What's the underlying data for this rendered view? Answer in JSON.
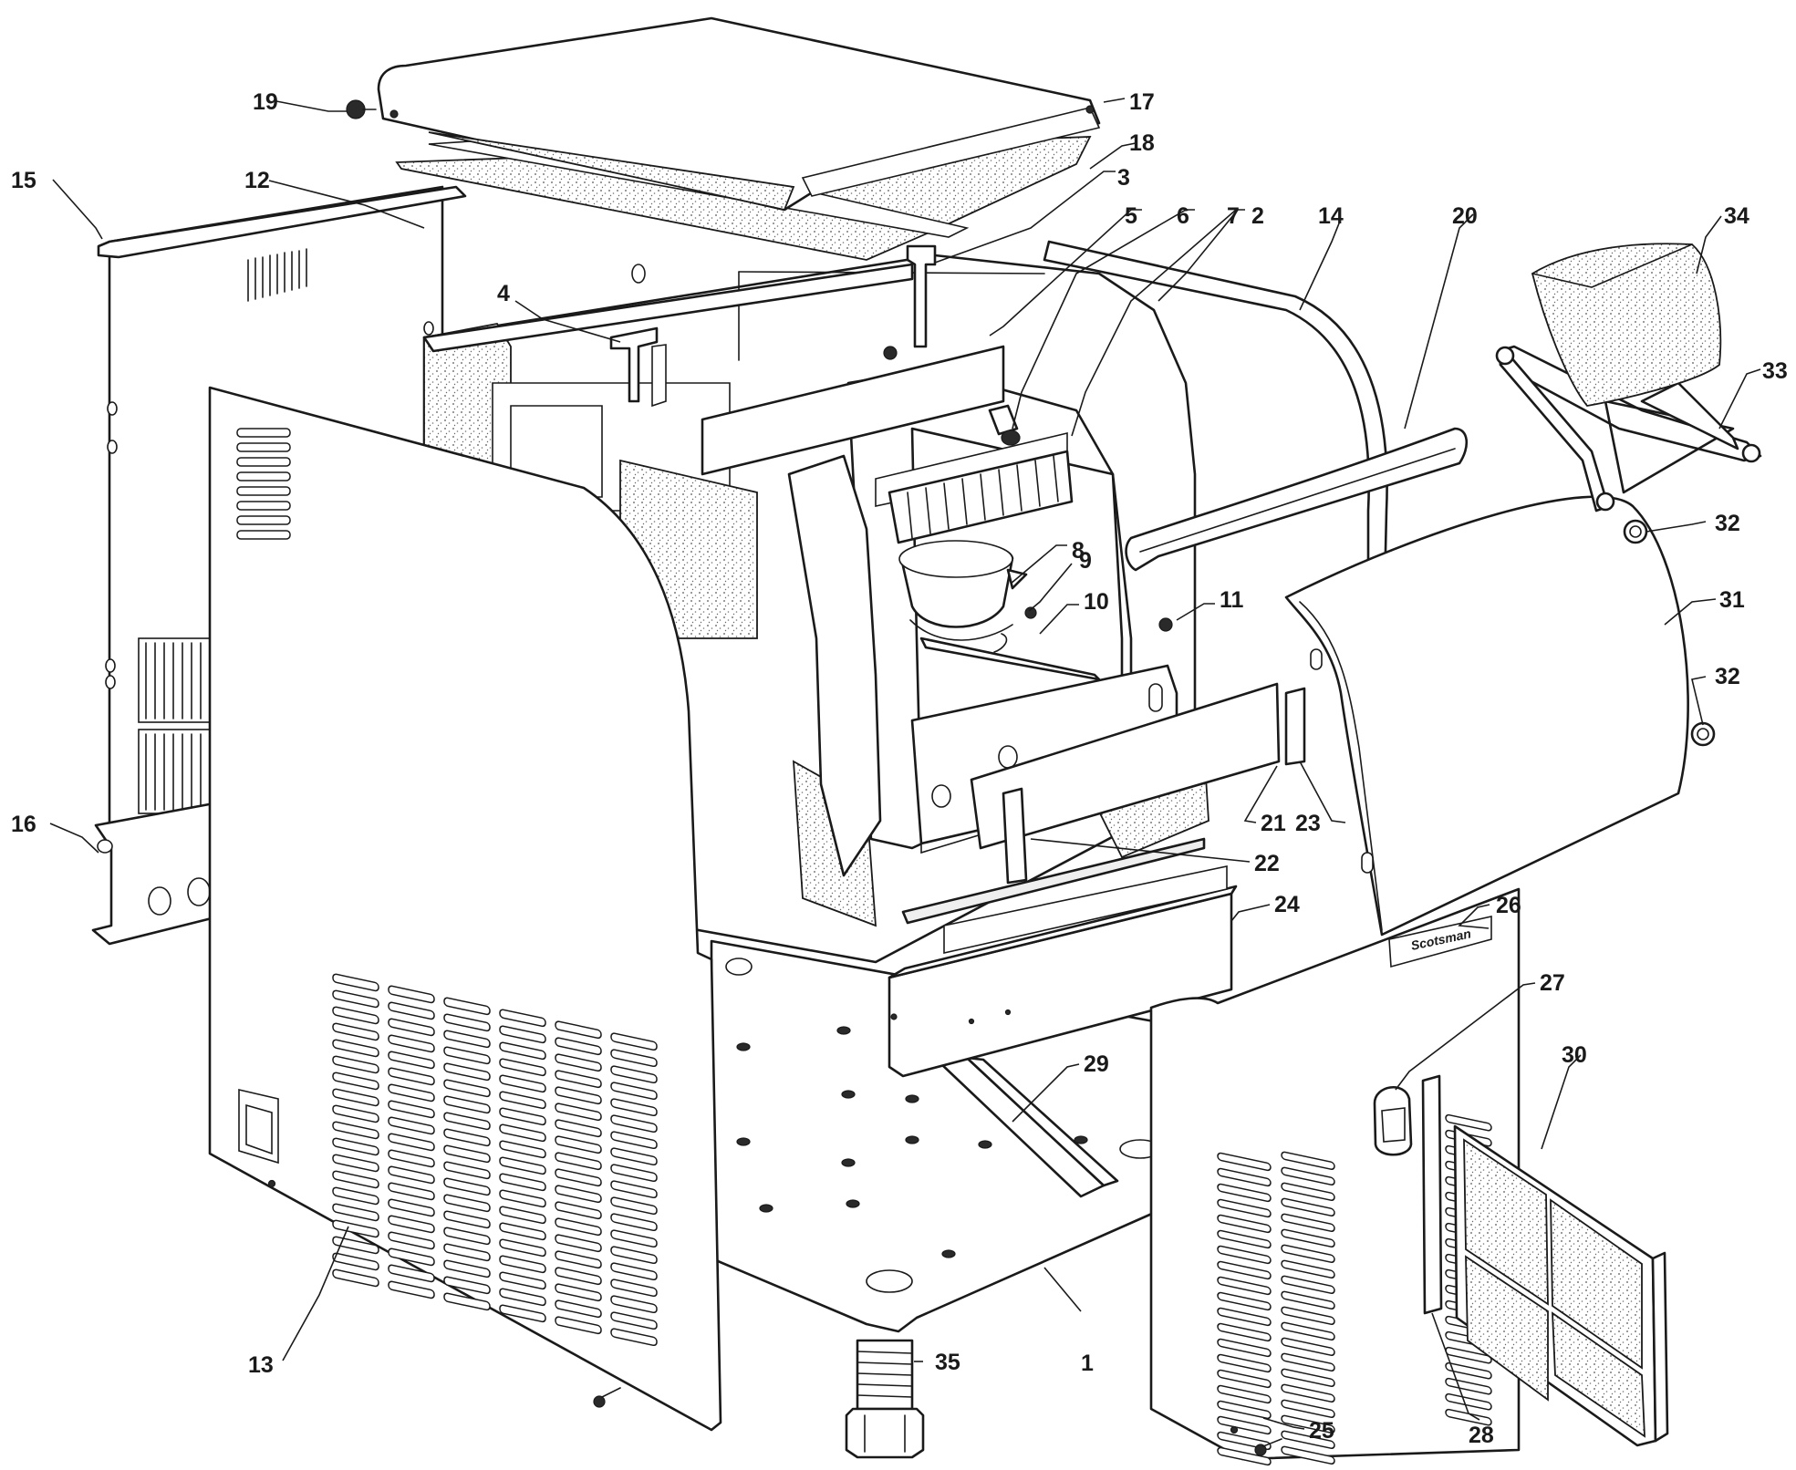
{
  "diagram": {
    "brand_plate": "Scotsman",
    "callouts": [
      {
        "id": "1",
        "label": "1"
      },
      {
        "id": "2",
        "label": "2"
      },
      {
        "id": "3",
        "label": "3"
      },
      {
        "id": "4",
        "label": "4"
      },
      {
        "id": "5",
        "label": "5"
      },
      {
        "id": "6",
        "label": "6"
      },
      {
        "id": "7",
        "label": "7"
      },
      {
        "id": "8",
        "label": "8"
      },
      {
        "id": "9",
        "label": "9"
      },
      {
        "id": "10",
        "label": "10"
      },
      {
        "id": "11",
        "label": "11"
      },
      {
        "id": "12",
        "label": "12"
      },
      {
        "id": "13",
        "label": "13"
      },
      {
        "id": "14",
        "label": "14"
      },
      {
        "id": "15",
        "label": "15"
      },
      {
        "id": "16",
        "label": "16"
      },
      {
        "id": "17",
        "label": "17"
      },
      {
        "id": "18",
        "label": "18"
      },
      {
        "id": "19",
        "label": "19"
      },
      {
        "id": "20",
        "label": "20"
      },
      {
        "id": "21",
        "label": "21"
      },
      {
        "id": "22",
        "label": "22"
      },
      {
        "id": "23",
        "label": "23"
      },
      {
        "id": "24",
        "label": "24"
      },
      {
        "id": "25",
        "label": "25"
      },
      {
        "id": "26",
        "label": "26"
      },
      {
        "id": "27",
        "label": "27"
      },
      {
        "id": "28",
        "label": "28"
      },
      {
        "id": "29",
        "label": "29"
      },
      {
        "id": "30",
        "label": "30"
      },
      {
        "id": "31",
        "label": "31"
      },
      {
        "id": "32a",
        "label": "32"
      },
      {
        "id": "32b",
        "label": "32"
      },
      {
        "id": "33",
        "label": "33"
      },
      {
        "id": "34",
        "label": "34"
      },
      {
        "id": "35",
        "label": "35"
      }
    ]
  }
}
